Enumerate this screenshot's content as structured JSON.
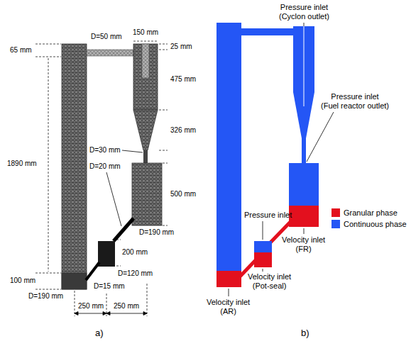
{
  "diagram": {
    "labels": [
      "D=50 mm",
      "150 mm",
      "65 mm",
      "25 mm",
      "475 mm",
      "1890 mm",
      "326 mm",
      "D=30 mm",
      "500 mm",
      "D=20 mm",
      "D=190 mm",
      "200 mm",
      "D=120 mm",
      "100 mm",
      "D=15 mm",
      "D=190 mm",
      "250 mm",
      "250 mm",
      "a)",
      "Pressure inlet (Cyclon outlet)",
      "Pressure inlet (Fuel reactor outlet)",
      "Pressure inlet",
      "Velocity inlet (FR)",
      "Velocity inlet (Pot-seal)",
      "Velocity inlet (AR)",
      "b)"
    ],
    "legend": [
      {
        "text": "Granular phase",
        "color": "#e3101e"
      },
      {
        "text": "Continuous phase",
        "color": "#2456f5"
      }
    ]
  }
}
